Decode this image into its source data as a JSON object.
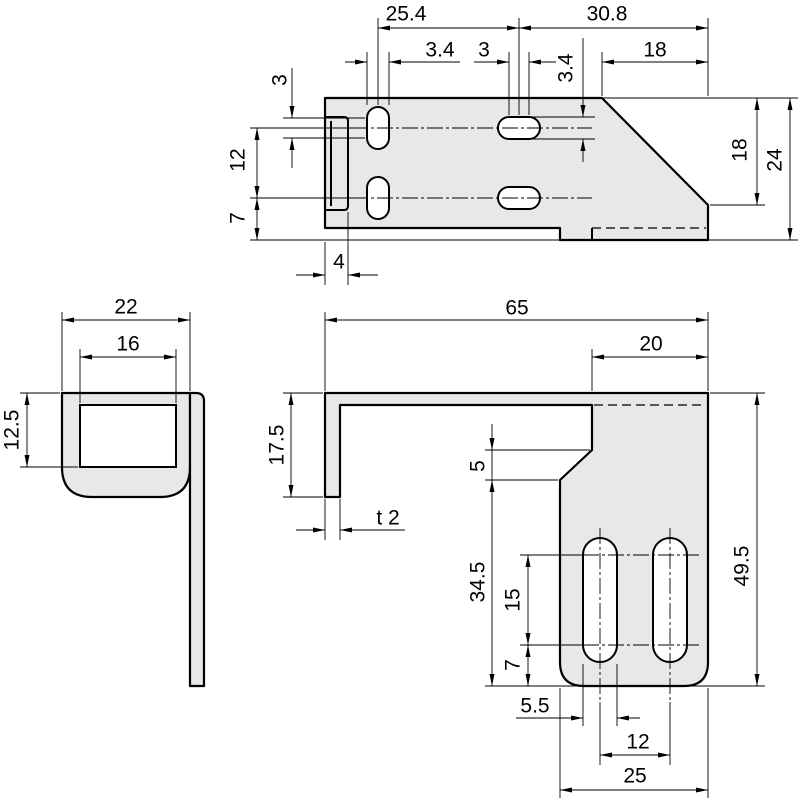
{
  "colors": {
    "part_fill": "#e8e8e8",
    "line": "#000000",
    "background": "#ffffff"
  },
  "top_view": {
    "dimensions": [
      "25.4",
      "30.8",
      "3.4",
      "3",
      "3.4",
      "18",
      "3",
      "12",
      "7",
      "4",
      "18",
      "24"
    ]
  },
  "side_view": {
    "dimensions": [
      "22",
      "16",
      "12.5"
    ]
  },
  "front_view": {
    "dimensions": [
      "65",
      "20",
      "17.5",
      "t 2",
      "5",
      "34.5",
      "15",
      "7",
      "49.5",
      "5.5",
      "12",
      "25"
    ]
  }
}
